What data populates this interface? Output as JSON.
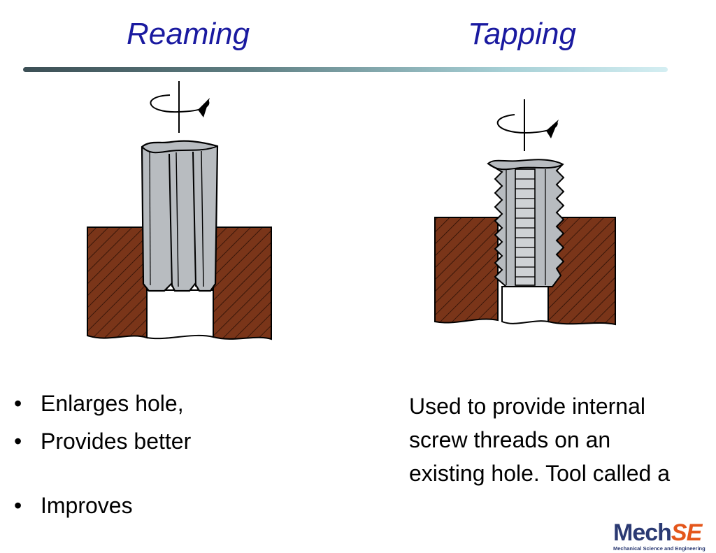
{
  "titles": {
    "left": "Reaming",
    "right": "Tapping"
  },
  "reaming": {
    "bullets": [
      "Enlarges hole,",
      "Provides better",
      "Improves"
    ]
  },
  "tapping": {
    "description": "Used to provide internal screw threads on an existing hole.  Tool called a"
  },
  "logo": {
    "mech": "Mech",
    "se": "SE",
    "subtitle": "Mechanical Science and Engineering"
  },
  "colors": {
    "title": "#1a1aa0",
    "workpiece": "#7a3519",
    "tool": "#b8bcc0",
    "logo_blue": "#2b3a73",
    "logo_orange": "#e4561b"
  },
  "icons": [
    "rotation-arrow-icon",
    "rotation-arrow-icon"
  ]
}
